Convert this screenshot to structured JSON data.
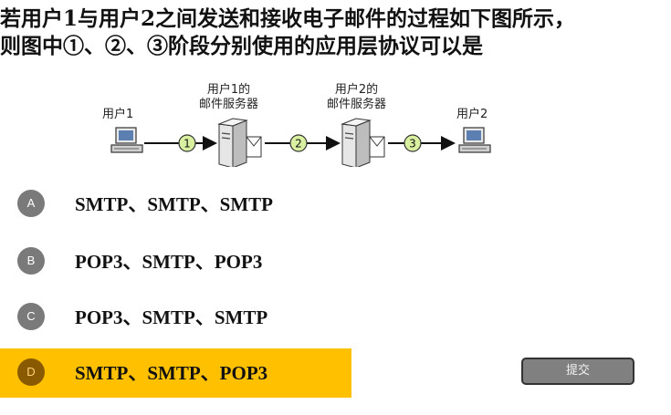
{
  "question": {
    "line1": "若用户1与用户2之间发送和接收电子邮件的过程如下图所示，",
    "line2": "则图中①、②、③阶段分别使用的应用层协议可以是"
  },
  "diagram": {
    "user1_label": "用户1",
    "server1_label_line1": "用户1的",
    "server1_label_line2": "邮件服务器",
    "server2_label_line1": "用户2的",
    "server2_label_line2": "邮件服务器",
    "user2_label": "用户2",
    "step1": "1",
    "step2": "2",
    "step3": "3"
  },
  "options": [
    {
      "letter": "A",
      "text": "SMTP、SMTP、SMTP",
      "selected": false
    },
    {
      "letter": "B",
      "text": "POP3、SMTP、POP3",
      "selected": false
    },
    {
      "letter": "C",
      "text": "POP3、SMTP、SMTP",
      "selected": false
    },
    {
      "letter": "D",
      "text": "SMTP、SMTP、POP3",
      "selected": true
    }
  ],
  "submit_label": "提交",
  "colors": {
    "selected_highlight": "#ffc000",
    "badge": "#7a7a7a",
    "selected_badge": "#8a5a00",
    "step_circle": "#d9f0a0",
    "submit_button": "#808080"
  }
}
